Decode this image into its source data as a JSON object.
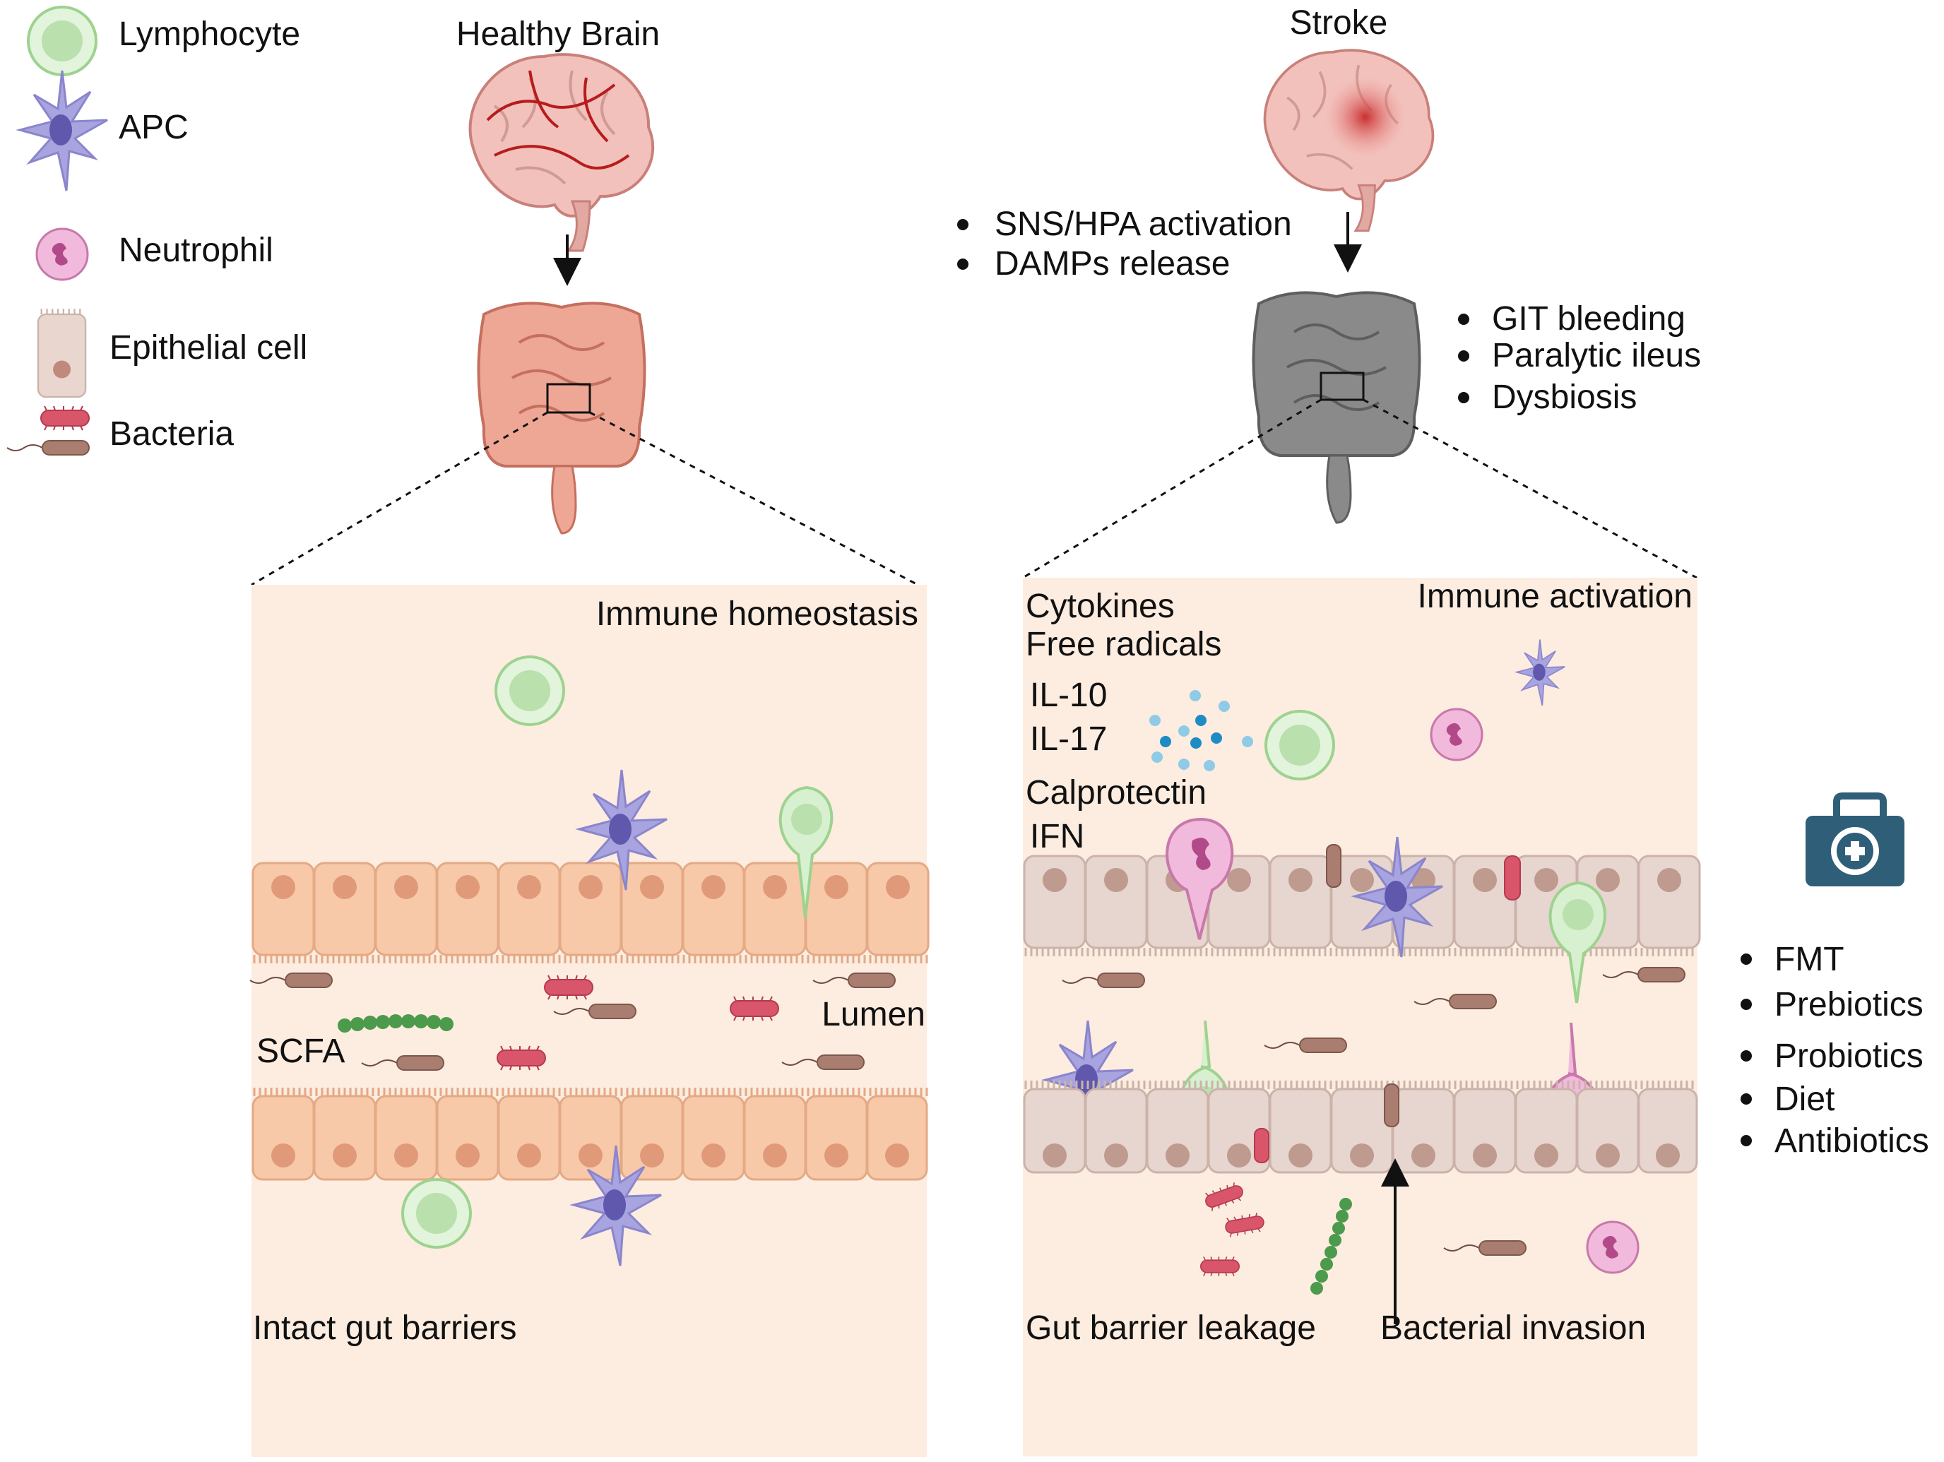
{
  "legend": {
    "lymphocyte": "Lymphocyte",
    "apc": "APC",
    "neutrophil": "Neutrophil",
    "epithelial": "Epithelial cell",
    "bacteria": "Bacteria"
  },
  "healthy": {
    "title": "Healthy Brain",
    "panel_title": "Immune homeostasis",
    "scfa": "SCFA",
    "lumen": "Lumen",
    "caption": "Intact gut barriers"
  },
  "stroke": {
    "title": "Stroke",
    "brain_effects": [
      "SNS/HPA activation",
      "DAMPs release"
    ],
    "gut_effects": [
      "GIT bleeding",
      "Paralytic ileus",
      "Dysbiosis"
    ],
    "panel_title": "Immune activation",
    "mediators": [
      "Cytokines",
      "Free radicals",
      "IL-10",
      "IL-17",
      "Calprotectin",
      "IFN"
    ],
    "caption_left": "Gut barrier leakage",
    "caption_right": "Bacterial invasion"
  },
  "treatments": [
    "FMT",
    "Prebiotics",
    "Probiotics",
    "Diet",
    "Antibiotics"
  ],
  "colors": {
    "lymphocyte": "#cdebc4",
    "apc": "#9b97d8",
    "neutrophil": "#e7a3cf",
    "epithelial": "#f7c9a8",
    "panel_bg": "#fdece0",
    "bacteria_red": "#d8556a",
    "bacteria_brown": "#a97d70",
    "kit": "#2f5f78"
  }
}
